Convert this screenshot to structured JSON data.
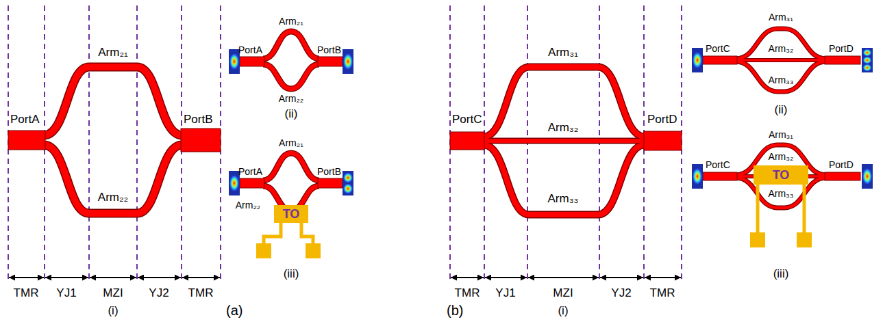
{
  "diagram": {
    "nodes": [
      {
        "text": [
          "TO"
        ]
      },
      {
        "text": [
          "TO"
        ]
      }
    ],
    "labels": [
      "PortA",
      "PortB",
      "Arm₂₁",
      "Arm₂₂",
      "TMR",
      "YJ1",
      "MZI",
      "YJ2",
      "TMR",
      "(i)",
      "PortA",
      "PortB",
      "Arm₂₁",
      "Arm₂₂",
      "(ii)",
      "PortA",
      "PortB",
      "Arm₂₁",
      "Arm₂₂",
      "(iii)",
      "(a)",
      "PortC",
      "PortD",
      "Arm₃₁",
      "Arm₃₂",
      "Arm₃₃",
      "TMR",
      "YJ1",
      "MZI",
      "YJ2",
      "TMR",
      "(i)",
      "PortC",
      "PortD",
      "Arm₃₁",
      "Arm₃₂",
      "Arm₃₃",
      "(ii)",
      "PortC",
      "PortD",
      "Arm₃₁",
      "Arm₃₂",
      "Arm₃₃",
      "(iii)",
      "(b)"
    ]
  }
}
